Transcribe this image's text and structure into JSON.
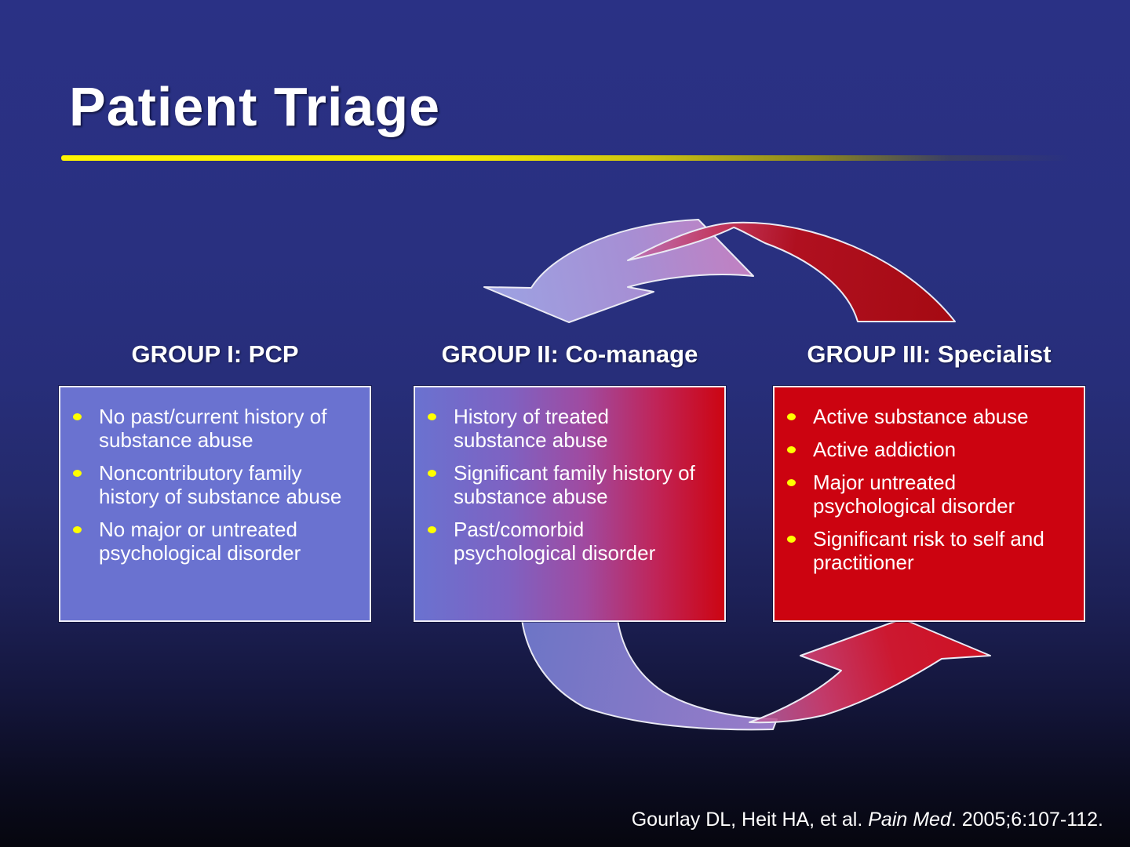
{
  "slide": {
    "title": "Patient Triage"
  },
  "groups": [
    {
      "heading": "GROUP I: PCP",
      "bullets": [
        "No past/current history of substance abuse",
        "Noncontributory family history of substance abuse",
        "No major or untreated psychological disorder"
      ]
    },
    {
      "heading": "GROUP II: Co-manage",
      "bullets": [
        "History of treated substance abuse",
        "Significant family history of substance abuse",
        "Past/comorbid psychological disorder"
      ]
    },
    {
      "heading": "GROUP III: Specialist",
      "bullets": [
        "Active substance abuse",
        "Active addiction",
        "Major untreated psychological disorder",
        "Significant risk to self and practitioner"
      ]
    }
  ],
  "citation": {
    "prefix": "Gourlay DL, Heit HA, et al. ",
    "journal": "Pain Med",
    "suffix": ". 2005;6:107-112."
  },
  "colors": {
    "background_top": "#2A3185",
    "background_bottom": "#06060E",
    "title_text": "#FFFFFF",
    "title_rule_yellow": "#FFF400",
    "bullet_dot": "#FFFF00",
    "box1_fill": "#6A72D0",
    "box2_fill_left": "#6A72D0",
    "box2_fill_right": "#CC0512",
    "box3_fill": "#CC0310",
    "box_border": "#EEEEF6",
    "arrow_blue": "#9CA3E3",
    "arrow_red": "#A50A12",
    "arrow_outline": "#EAEAF4"
  }
}
